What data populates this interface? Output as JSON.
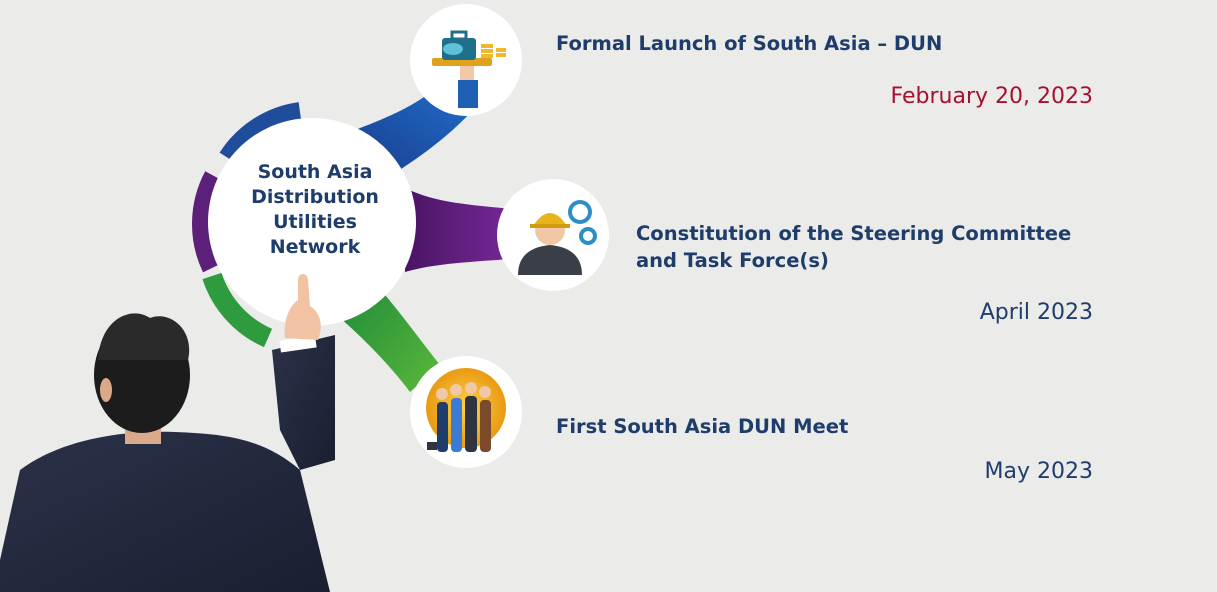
{
  "center": {
    "lines": [
      "South Asia",
      "Distribution",
      "Utilities",
      "Network"
    ]
  },
  "milestones": [
    {
      "title": "Formal Launch of South Asia – DUN",
      "title_lines": [
        "Formal Launch of South Asia – DUN"
      ],
      "date": "February 20, 2023",
      "date_color": "#a8102f",
      "icon": "finance-briefcase-icon"
    },
    {
      "title": "Constitution of the Steering Committee and Task Force(s)",
      "title_lines": [
        "Constitution of the Steering Committee",
        "and Task Force(s)"
      ],
      "date": "April 2023",
      "date_color": "#1f3d6b",
      "icon": "engineer-gears-icon"
    },
    {
      "title": "First South Asia DUN Meet",
      "title_lines": [
        "First South Asia DUN Meet"
      ],
      "date": "May 2023",
      "date_color": "#1f3d6b",
      "icon": "team-people-icon"
    }
  ],
  "colors": {
    "navy": "#1f3d6b",
    "blue": "#1f5fb4",
    "purple": "#5c1f7a",
    "green": "#2e9b3e",
    "crimson": "#a8102f",
    "background": "#ebebea"
  },
  "figure": "presenter-pointing-icon"
}
